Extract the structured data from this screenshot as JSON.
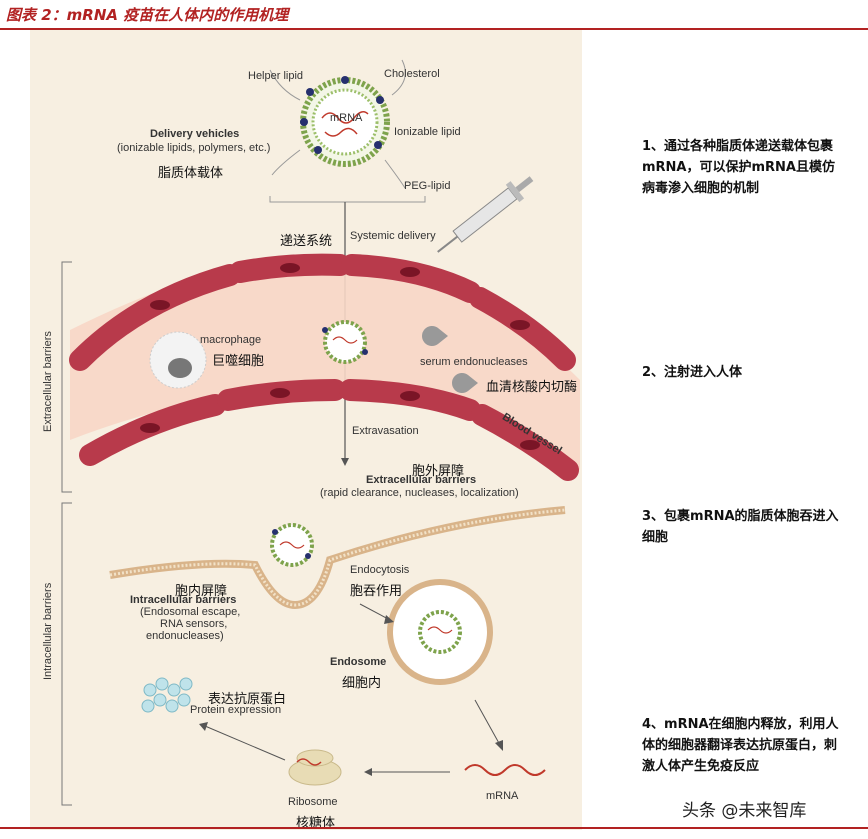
{
  "header": {
    "title": "图表 2：mRNA 疫苗在人体内的作用机理"
  },
  "diagram": {
    "helper_lipid": "Helper lipid",
    "cholesterol": "Cholesterol",
    "mrna_inner": "mRNA",
    "ionizable_lipid": "Ionizable lipid",
    "delivery_vehicles": "Delivery vehicles",
    "delivery_vehicles_sub": "(ionizable lipids, polymers, etc.)",
    "delivery_vehicles_cn": "脂质体载体",
    "peg_lipid": "PEG-lipid",
    "systemic_delivery_cn": "递送系统",
    "systemic_delivery": "Systemic delivery",
    "extracellular_side": "Extracellular barriers",
    "macrophage": "macrophage",
    "macrophage_cn": "巨噬细胞",
    "serum_endonucleases": "serum endonucleases",
    "serum_endonucleases_cn": "血清核酸内切酶",
    "extravasation": "Extravasation",
    "blood_vessel": "Blood vessel",
    "extracellular_cn": "胞外屏障",
    "extracellular_title": "Extracellular barriers",
    "extracellular_sub": "(rapid clearance, nucleases, localization)",
    "intracellular_side": "Intracellular barriers",
    "intracellular_cn": "胞内屏障",
    "intracellular_title": "Intracellular barriers",
    "intracellular_sub1": "(Endosomal escape,",
    "intracellular_sub2": "RNA sensors,",
    "intracellular_sub3": "endonucleases)",
    "endocytosis": "Endocytosis",
    "endocytosis_cn": "胞吞作用",
    "endosome": "Endosome",
    "endosome_cn": "细胞内",
    "protein_cn": "表达抗原蛋白",
    "protein_expression": "Protein expression",
    "ribosome": "Ribosome",
    "ribosome_cn": "核糖体",
    "mrna": "mRNA"
  },
  "steps": [
    "1、通过各种脂质体递送载体包裹mRNA，可以保护mRNA且模仿病毒渗入细胞的机制",
    "2、注射进入人体",
    "3、包裹mRNA的脂质体胞吞进入细胞",
    "4、mRNA在细胞内释放，利用人体的细胞器翻译表达抗原蛋白，刺激人体产生免疫反应"
  ],
  "watermark": "头条 @未来智库",
  "colors": {
    "accent": "#b22222",
    "panel": "#f7efe1",
    "vessel": "#b83a4b",
    "nucleus": "#7a1526"
  }
}
